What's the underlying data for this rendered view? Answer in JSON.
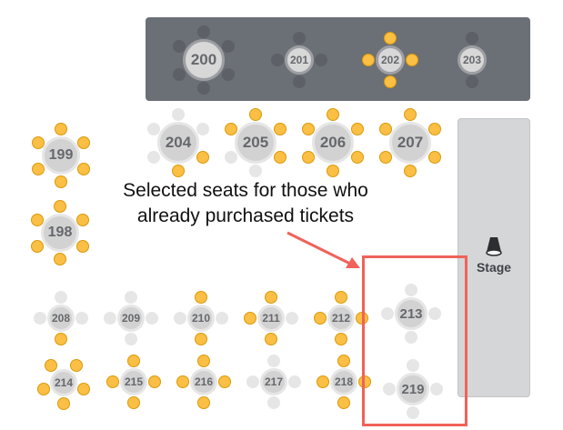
{
  "stage": {
    "label": "Stage",
    "icon": "spotlight-icon"
  },
  "callout": {
    "line1": "Selected seats for those who",
    "line2": "already purchased tickets"
  },
  "colors": {
    "taken": "#fbbf45",
    "free": "#e6e6e6",
    "vip_area": "#6b6f76",
    "highlight": "#f0625a"
  },
  "tables": [
    {
      "number": "200",
      "zone": "vip",
      "seats": [
        "free",
        "free",
        "free",
        "free",
        "free",
        "free"
      ]
    },
    {
      "number": "201",
      "zone": "vip",
      "seats": [
        "free",
        "free",
        "free",
        "free"
      ]
    },
    {
      "number": "202",
      "zone": "vip",
      "seats": [
        "taken",
        "taken",
        "taken",
        "taken"
      ]
    },
    {
      "number": "203",
      "zone": "vip",
      "seats": [
        "free",
        "free"
      ]
    },
    {
      "number": "199",
      "zone": "main",
      "seats": [
        "taken",
        "taken",
        "taken",
        "taken",
        "taken",
        "taken"
      ]
    },
    {
      "number": "198",
      "zone": "main",
      "seats": [
        "taken",
        "taken",
        "taken",
        "taken",
        "taken",
        "taken"
      ]
    },
    {
      "number": "204",
      "zone": "main",
      "seats": [
        "free",
        "free",
        "taken",
        "taken",
        "free",
        "free"
      ]
    },
    {
      "number": "205",
      "zone": "main",
      "seats": [
        "taken",
        "taken",
        "taken",
        "free",
        "free",
        "taken"
      ]
    },
    {
      "number": "206",
      "zone": "main",
      "seats": [
        "taken",
        "taken",
        "taken",
        "taken",
        "taken",
        "taken"
      ]
    },
    {
      "number": "207",
      "zone": "main",
      "seats": [
        "taken",
        "taken",
        "taken",
        "taken",
        "taken",
        "taken"
      ]
    },
    {
      "number": "208",
      "zone": "main",
      "seats": [
        "free",
        "free",
        "taken",
        "free"
      ]
    },
    {
      "number": "209",
      "zone": "main",
      "seats": [
        "free",
        "free",
        "free",
        "free"
      ]
    },
    {
      "number": "210",
      "zone": "main",
      "seats": [
        "taken",
        "free",
        "taken",
        "free"
      ]
    },
    {
      "number": "211",
      "zone": "main",
      "seats": [
        "taken",
        "free",
        "taken",
        "taken"
      ]
    },
    {
      "number": "212",
      "zone": "main",
      "seats": [
        "taken",
        "taken",
        "taken",
        "taken"
      ]
    },
    {
      "number": "213",
      "zone": "main",
      "seats": [
        "free",
        "free",
        "free",
        "free"
      ]
    },
    {
      "number": "214",
      "zone": "main",
      "seats": [
        "taken",
        "taken",
        "taken",
        "taken",
        "taken"
      ]
    },
    {
      "number": "215",
      "zone": "main",
      "seats": [
        "taken",
        "taken",
        "taken",
        "taken"
      ]
    },
    {
      "number": "216",
      "zone": "main",
      "seats": [
        "taken",
        "taken",
        "taken",
        "taken"
      ]
    },
    {
      "number": "217",
      "zone": "main",
      "seats": [
        "free",
        "free",
        "free",
        "free"
      ]
    },
    {
      "number": "218",
      "zone": "main",
      "seats": [
        "taken",
        "taken",
        "taken",
        "taken"
      ]
    },
    {
      "number": "219",
      "zone": "main",
      "seats": [
        "free",
        "free",
        "free",
        "free"
      ]
    }
  ]
}
